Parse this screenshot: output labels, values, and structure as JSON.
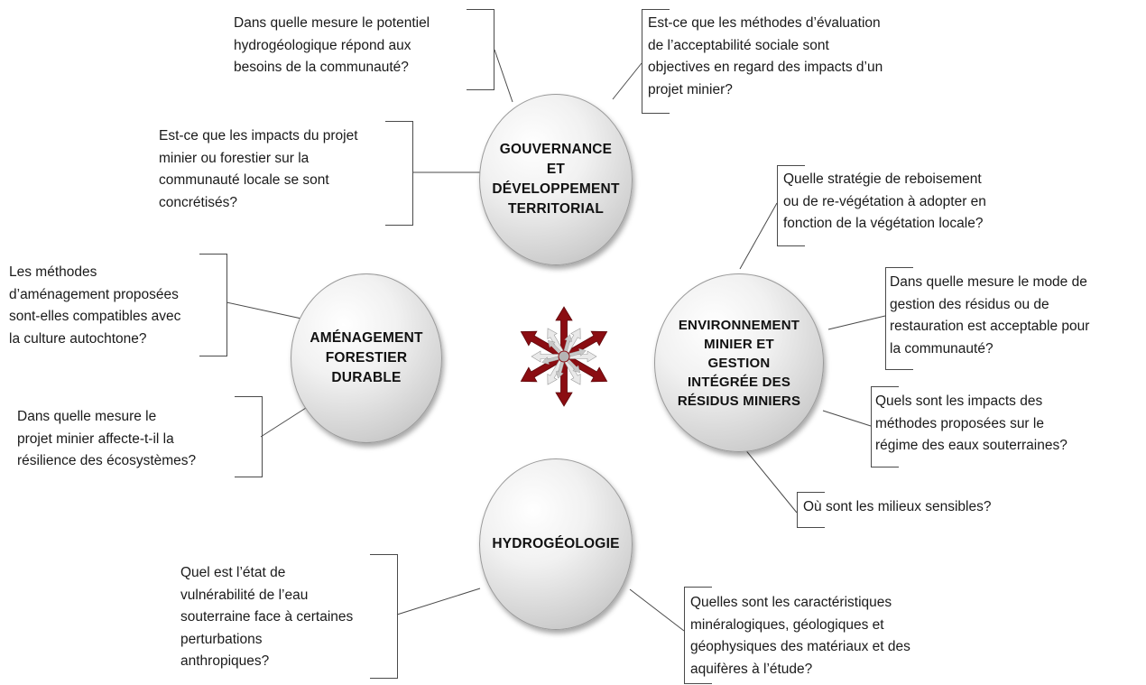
{
  "topics": {
    "gouvernance": "GOUVERNANCE\nET\nDÉVELOPPEMENT\nTERRITORIAL",
    "amenagement": "AMÉNAGEMENT\nFORESTIER\nDURABLE",
    "environnement": "ENVIRONNEMENT\nMINIER ET\nGESTION\nINTÉGRÉE DES\nRÉSIDUS MINIERS",
    "hydrogeologie": "HYDROGÉOLOGIE"
  },
  "questions": {
    "q1": "Dans quelle mesure le potentiel\nhydrogéologique répond aux\nbesoins de la communauté?",
    "q2": "Est-ce que les méthodes d’évaluation\nde l’acceptabilité sociale sont\nobjectives en regard des impacts d’un\nprojet minier?",
    "q3": "Est-ce que les impacts du projet\nminier ou forestier sur la\ncommunauté locale se sont\nconcrétisés?",
    "q4": "Quelle stratégie de reboisement\nou de re-végétation à adopter en\nfonction de la végétation locale?",
    "q5": "Les méthodes\nd’aménagement proposées\nsont-elles compatibles avec\nla culture autochtone?",
    "q6": "Dans quelle mesure le mode de\ngestion des résidus ou de\nrestauration est acceptable pour\nla communauté?",
    "q7": "Quels sont les impacts des\nméthodes proposées sur le\nrégime des eaux souterraines?",
    "q8": "Dans quelle mesure le\nprojet minier affecte-t-il la\nrésilience des écosystèmes?",
    "q9": "Où sont les milieux sensibles?",
    "q10": "Quel est l’état de\nvulnérabilité de l’eau\nsouterraine face à certaines\nperturbations\nanthropiques?",
    "q11": "Quelles sont les caractéristiques\nminéralogiques, géologiques  et\ngéophysiques des matériaux et des\naquifères à l’étude?"
  },
  "colors": {
    "arrow_dark": "#8b0d12",
    "arrow_light": "#e9e9e9",
    "connector": "#4a4a4a"
  },
  "icons": {
    "center": "multi-directional-arrows-icon"
  }
}
